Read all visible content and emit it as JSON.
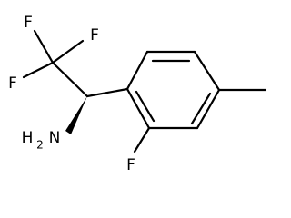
{
  "molecule": {
    "atoms": {
      "f_top_left": "F",
      "f_top_right": "F",
      "f_left": "F",
      "f_ring": "F",
      "amine_h": "H",
      "amine_sub": "2",
      "amine_n": "N"
    },
    "colors": {
      "bond": "#000000",
      "background": "#ffffff"
    }
  }
}
